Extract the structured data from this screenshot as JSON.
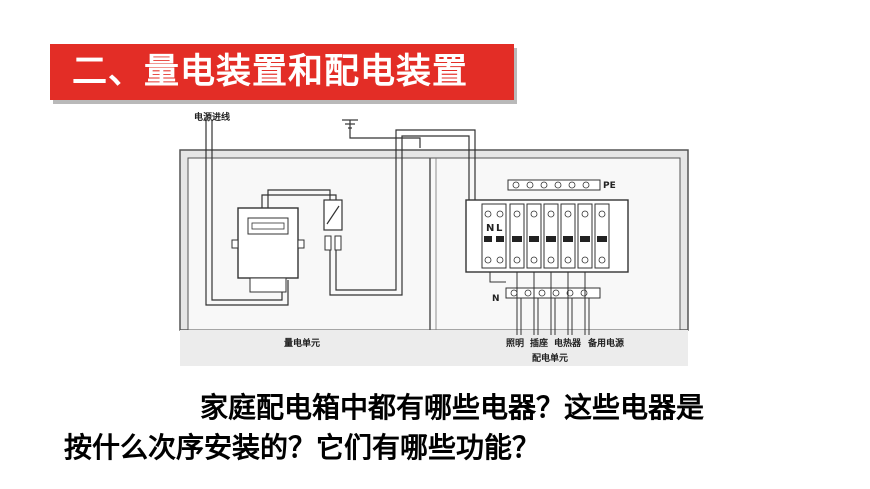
{
  "title": "二、量电装置和配电装置",
  "diagram": {
    "source_label": "电源进线",
    "metering_unit_label": "量电单元",
    "distribution_unit_label": "配电单元",
    "pe_label": "PE",
    "n_label": "N",
    "l_label": "L",
    "n_bus_label": "N",
    "circuit_labels": [
      "照明",
      "插座",
      "电热器",
      "备用电源"
    ]
  },
  "question": {
    "line1": "家庭配电箱中都有哪些电器？这些电器是",
    "line2": "按什么次序安装的？它们有哪些功能？"
  },
  "colors": {
    "title_bg": "#e32d26",
    "title_text": "#ffffff"
  }
}
